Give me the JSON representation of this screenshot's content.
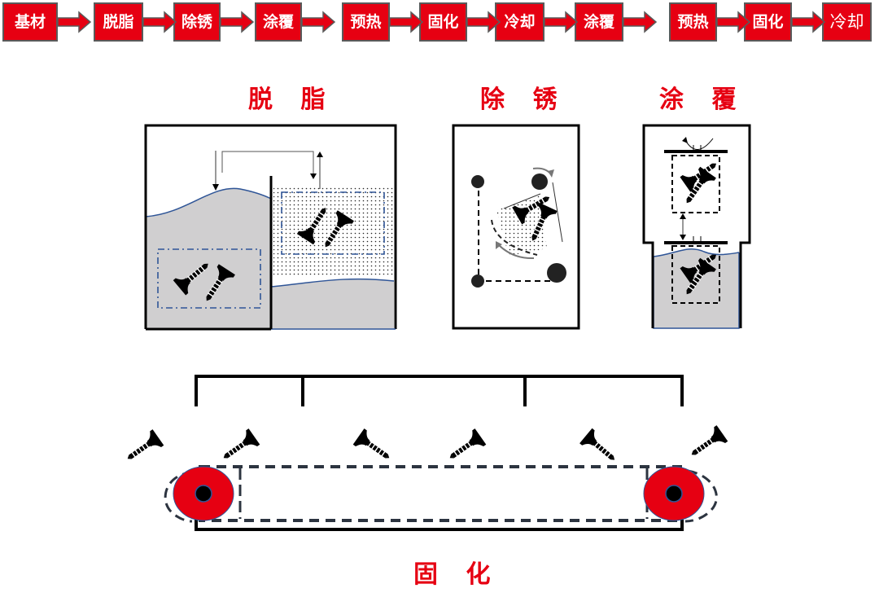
{
  "process_flow": {
    "steps": [
      {
        "label": "基材"
      },
      {
        "label": "脱脂"
      },
      {
        "label": "除锈"
      },
      {
        "label": "涂覆"
      },
      {
        "label": "预热"
      },
      {
        "label": "固化"
      },
      {
        "label": "冷却"
      },
      {
        "label": "涂覆"
      },
      {
        "label": "预热"
      },
      {
        "label": "固化"
      },
      {
        "label": "冷却"
      }
    ]
  },
  "sections": {
    "degreasing": {
      "title": "脱 脂"
    },
    "derusting": {
      "title": "除 锈"
    },
    "coating": {
      "title": "涂 覆"
    },
    "curing": {
      "title": "固 化"
    }
  },
  "colors": {
    "accent_red": "#e60012",
    "box_border": "#5a5a5a",
    "liquid_gray": "#d0cfd0",
    "liquid_line": "#2f5597",
    "dash_navy": "#2c3440"
  }
}
